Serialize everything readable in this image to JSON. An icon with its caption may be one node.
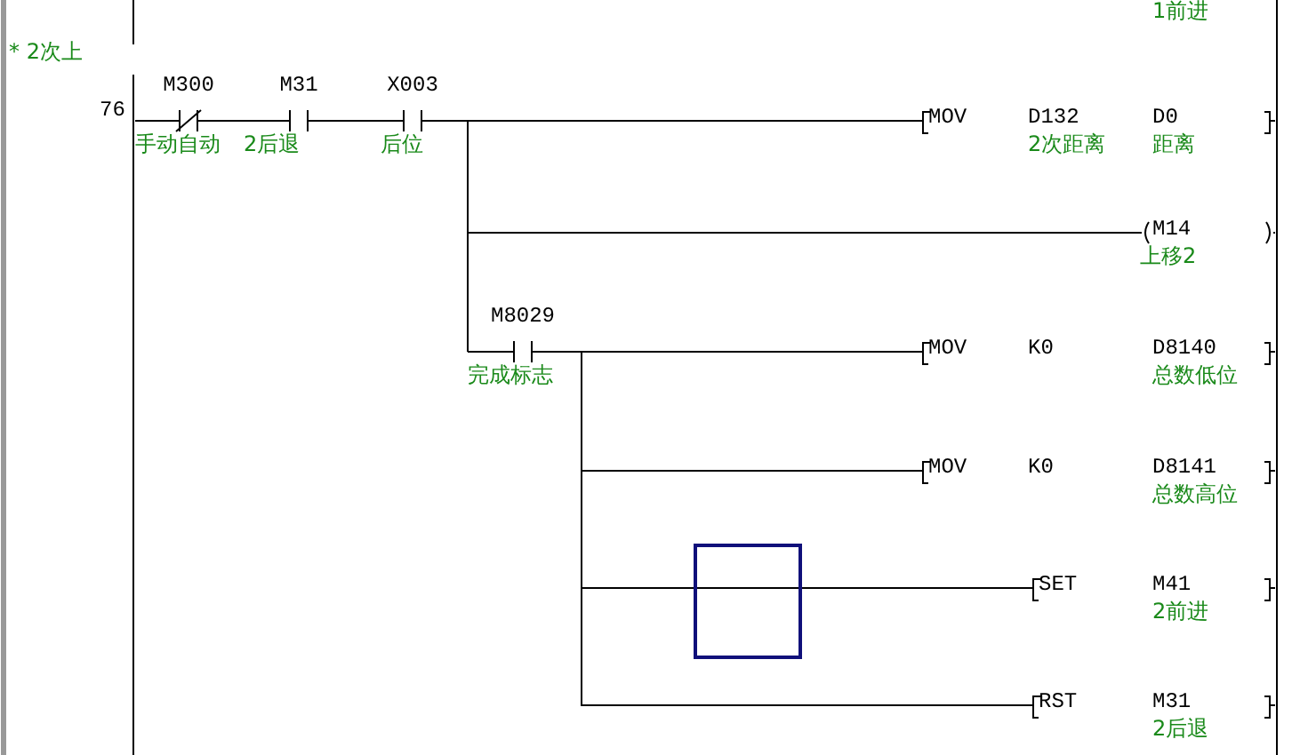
{
  "diagram": {
    "nodes": [
      {
        "text": [
          "M300",
          "手动自动"
        ]
      },
      {
        "text": [
          "M31",
          "2后退"
        ]
      },
      {
        "text": [
          "X003",
          "后位"
        ]
      },
      {
        "text": [
          "MOV",
          "D132",
          "2次距离",
          "D0",
          "距离"
        ]
      },
      {
        "text": [
          "M14",
          "上移2"
        ]
      },
      {
        "text": [
          "M8029",
          "完成标志"
        ]
      },
      {
        "text": [
          "MOV",
          "K0",
          "D8140",
          "总数低位"
        ]
      },
      {
        "text": [
          "MOV",
          "K0",
          "D8141",
          "总数高位"
        ]
      },
      {
        "text": [],
        "shape": "box"
      },
      {
        "text": [
          "SET",
          "M41",
          "2前进"
        ]
      },
      {
        "text": [
          "RST",
          "M31",
          "2后退"
        ]
      }
    ],
    "edges": [
      {
        "from": 0,
        "to": 1,
        "arrow": "none"
      },
      {
        "from": 1,
        "to": 2,
        "arrow": "none"
      },
      {
        "from": 2,
        "to": 3,
        "arrow": "none"
      },
      {
        "from": 2,
        "to": 4,
        "arrow": "none"
      },
      {
        "from": 2,
        "to": 5,
        "arrow": "none"
      },
      {
        "from": 5,
        "to": 6,
        "arrow": "none"
      },
      {
        "from": 5,
        "to": 7,
        "arrow": "none"
      },
      {
        "from": 5,
        "to": 8,
        "arrow": "none"
      },
      {
        "from": 8,
        "to": 9,
        "arrow": "none"
      },
      {
        "from": 5,
        "to": 10,
        "arrow": "none"
      }
    ],
    "labels": [
      "1前进",
      "* 2次上",
      "76"
    ]
  }
}
